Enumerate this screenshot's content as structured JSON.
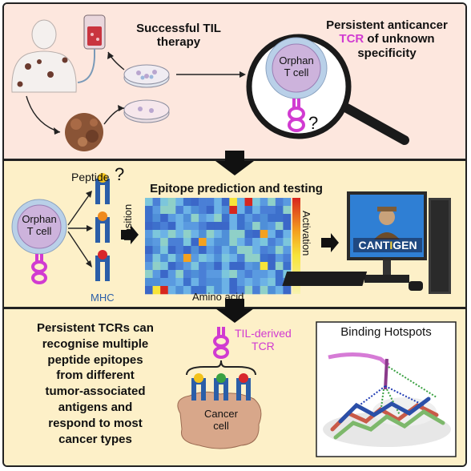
{
  "panel1": {
    "til_title_line1": "Successful TIL",
    "til_title_line2": "therapy",
    "persistent_line1": "Persistent anticancer",
    "persistent_tcr": "TCR",
    "persistent_line2_rest": " of unknown",
    "persistent_line3": "specificity",
    "orphan_line1": "Orphan",
    "orphan_line2": "T cell",
    "question": "?"
  },
  "panel2": {
    "peptide_label": "Peptide",
    "question": "?",
    "orphan_line1": "Orphan",
    "orphan_line2": "T cell",
    "mhc_label": "MHC",
    "title": "Epitope prediction and testing",
    "y_label": "Position",
    "x_label": "Amino acid",
    "colorbar_label": "Activation",
    "logo_left": "CANT",
    "logo_i": "I",
    "logo_right": "GEN"
  },
  "panel3": {
    "summary": [
      "Persistent TCRs can",
      "recognise multiple",
      "peptide epitopes",
      "from different",
      "tumor-associated",
      "antigens and",
      "respond to most",
      "cancer types"
    ],
    "til_label_line1": "TIL-derived",
    "til_label_line2": "TCR",
    "cancer_line1": "Cancer",
    "cancer_line2": "cell",
    "hotspots_title": "Binding Hotspots"
  },
  "colors": {
    "magenta": "#d13bd1",
    "mhc_blue": "#2b5ea8",
    "peptide_yellow": "#f2c21b",
    "peptide_orange": "#ef8a1c",
    "peptide_red": "#d8262b",
    "peptide_green": "#3aa142"
  }
}
